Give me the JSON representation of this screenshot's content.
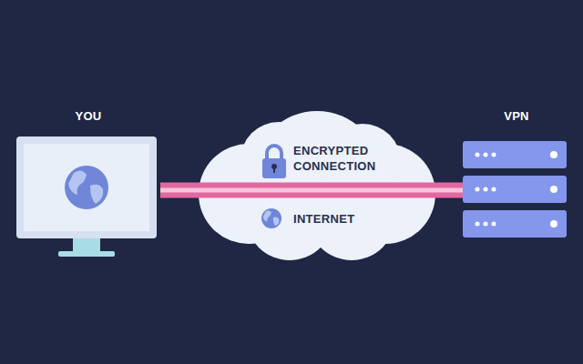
{
  "diagram": {
    "nodes": [
      {
        "text": [
          "YOU"
        ]
      },
      {
        "text": [
          "ENCRYPTED CONNECTION",
          "INTERNET"
        ]
      },
      {
        "text": [
          "VPN"
        ]
      }
    ],
    "edges": [
      {
        "from": 0,
        "to": 1,
        "arrow": "none"
      },
      {
        "from": 1,
        "to": 2,
        "arrow": "none"
      }
    ]
  }
}
